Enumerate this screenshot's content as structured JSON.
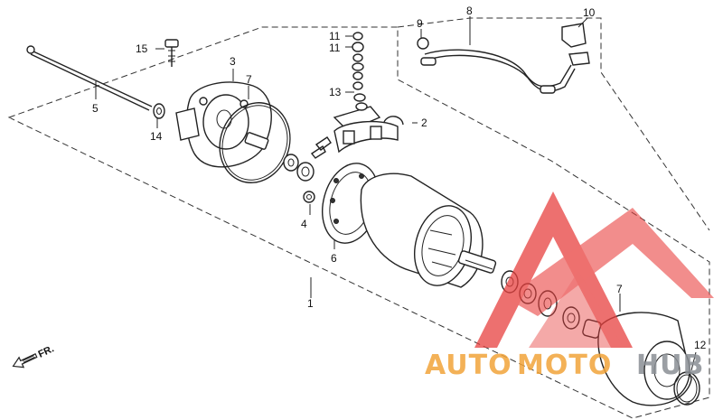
{
  "diagram": {
    "callouts": [
      {
        "id": "c1",
        "label": "1"
      },
      {
        "id": "c2",
        "label": "2"
      },
      {
        "id": "c3",
        "label": "3"
      },
      {
        "id": "c4",
        "label": "4"
      },
      {
        "id": "c5",
        "label": "5"
      },
      {
        "id": "c6",
        "label": "6"
      },
      {
        "id": "c7a",
        "label": "7"
      },
      {
        "id": "c7b",
        "label": "7"
      },
      {
        "id": "c8",
        "label": "8"
      },
      {
        "id": "c9",
        "label": "9"
      },
      {
        "id": "c10",
        "label": "10"
      },
      {
        "id": "c11a",
        "label": "11"
      },
      {
        "id": "c11b",
        "label": "11"
      },
      {
        "id": "c12",
        "label": "12"
      },
      {
        "id": "c13",
        "label": "13"
      },
      {
        "id": "c14",
        "label": "14"
      },
      {
        "id": "c15",
        "label": "15"
      }
    ],
    "direction_label": "FR."
  },
  "watermark": {
    "text_orange": "AUTO",
    "text_orange2": "MOTO",
    "text_gray": "HUB",
    "colors": {
      "red": "#e8413f",
      "orange": "#f2a43a",
      "gray": "#8a8f95"
    }
  }
}
